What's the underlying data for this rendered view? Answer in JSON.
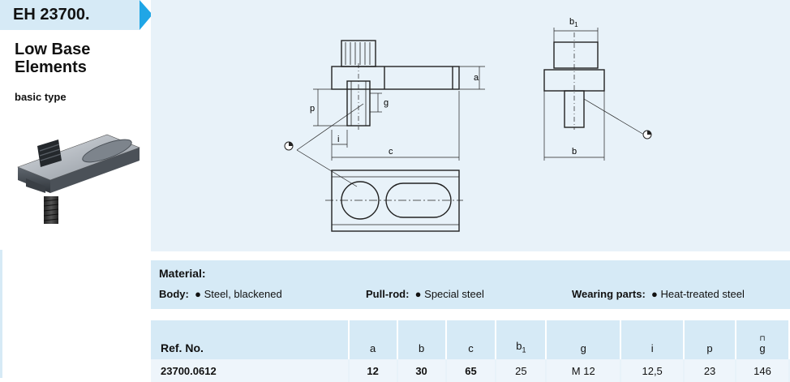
{
  "header": {
    "code": "EH 23700."
  },
  "product": {
    "title_line1": "Low Base",
    "title_line2": "Elements",
    "subtitle": "basic type"
  },
  "drawing_labels": {
    "b1": "b",
    "b1_sub": "1",
    "a": "a",
    "p": "p",
    "g": "g",
    "i": "i",
    "c": "c",
    "b": "b"
  },
  "material": {
    "title": "Material:",
    "body_label": "Body:",
    "body_value": "Steel, blackened",
    "pullrod_label": "Pull-rod:",
    "pullrod_value": "Special steel",
    "wearing_label": "Wearing parts:",
    "wearing_value": "Heat-treated steel"
  },
  "table": {
    "headers": [
      "Ref. No.",
      "a",
      "b",
      "c",
      "b",
      "g",
      "i",
      "p",
      "g"
    ],
    "header_b1_sub": "1",
    "row": [
      "23700.0612",
      "12",
      "30",
      "65",
      "25",
      "M 12",
      "12,5",
      "23",
      "146"
    ]
  },
  "colors": {
    "accent": "#20a6e6",
    "band": "#d6eaf6",
    "drawing_bg": "#e8f2f9"
  }
}
